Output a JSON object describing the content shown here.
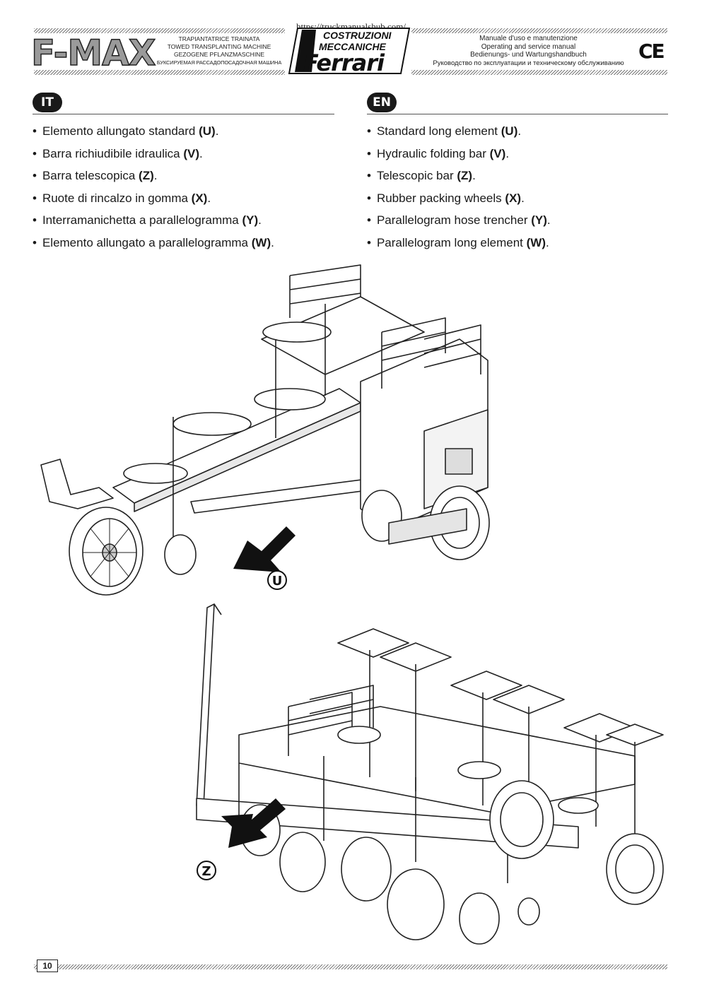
{
  "header": {
    "source_url": "https://truckmanualshub.com/",
    "model": "F-MAX",
    "subtitles": [
      "TRAPIANTATRICE TRAINATA",
      "TOWED TRANSPLANTING MACHINE",
      "GEZOGENE PFLANZMASCHINE",
      "БУКСИРУЕМАЯ РАССАДОПОСАДОЧНАЯ МАШИНА"
    ],
    "logo_line1": "COSTRUZIONI",
    "logo_line2": "MECCANICHE",
    "logo_brand": "Ferrari",
    "manual_titles": [
      "Manuale d'uso e manutenzione",
      "Operating and service manual",
      "Bedienungs- und Wartungshandbuch",
      "Руководство по эксплуатации и техническому обслуживанию"
    ],
    "ce_mark": "CE"
  },
  "sections": {
    "it": {
      "badge": "IT",
      "items": [
        {
          "text": "Elemento allungato standard ",
          "ref": "(U)",
          "end": "."
        },
        {
          "text": "Barra richiudibile idraulica ",
          "ref": "(V)",
          "end": "."
        },
        {
          "text": "Barra telescopica ",
          "ref": "(Z)",
          "end": "."
        },
        {
          "text": "Ruote di rincalzo in gomma ",
          "ref": "(X)",
          "end": "."
        },
        {
          "text": "Interramanichetta a parallelogramma ",
          "ref": "(Y)",
          "end": "."
        },
        {
          "text": "Elemento allungato a parallelogramma ",
          "ref": "(W)",
          "end": "."
        }
      ]
    },
    "en": {
      "badge": "EN",
      "items": [
        {
          "text": "Standard long element ",
          "ref": "(U)",
          "end": "."
        },
        {
          "text": "Hydraulic folding bar ",
          "ref": "(V)",
          "end": "."
        },
        {
          "text": "Telescopic bar ",
          "ref": "(Z)",
          "end": "."
        },
        {
          "text": "Rubber packing wheels ",
          "ref": "(X)",
          "end": "."
        },
        {
          "text": "Parallelogram hose trencher ",
          "ref": "(Y)",
          "end": "."
        },
        {
          "text": "Parallelogram long element ",
          "ref": "(W)",
          "end": "."
        }
      ]
    }
  },
  "figures": {
    "top_callout": "U",
    "bottom_callout": "Z"
  },
  "footer": {
    "page_number": "10"
  }
}
